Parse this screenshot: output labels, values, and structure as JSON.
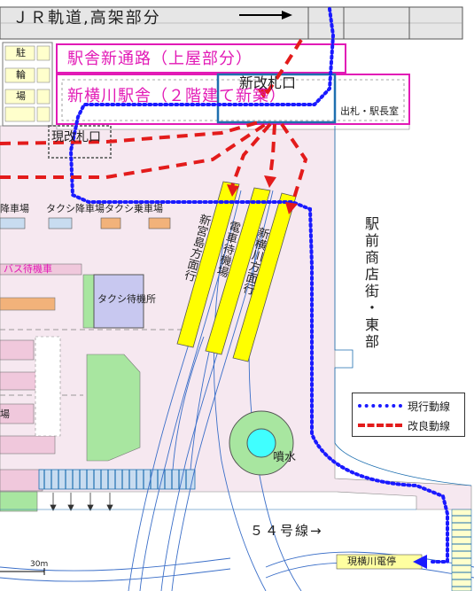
{
  "labels": {
    "rail": "ＪＲ軌道,高架部分",
    "bike_1": "駐",
    "bike_2": "輪",
    "bike_3": "場",
    "new_passage": "駅舎新通路（上屋部分）",
    "new_station": "新横川駅舎（２階建て新築）",
    "new_gate": "新改札口",
    "ticket_office": "出札・駅長室",
    "current_gate": "現改札口",
    "taxi_stop_1": "降車場",
    "taxi_stop_2": "タクシ降車場",
    "taxi_boarding": "タクシ乗車場",
    "bus_waiting": "バス待機車",
    "taxi_waiting": "タクシ待機所",
    "platform_1": "新宮島方面行",
    "platform_2": "電車待機場",
    "platform_3": "新横川方面行",
    "shopping_street": "駅前商店街・東部",
    "fountain": "噴水",
    "route54": "５４号線→",
    "tram_stop": "現横川電停",
    "scale": "30m",
    "left_lot": "場"
  },
  "legend": {
    "current": {
      "label": "現行動線",
      "color": "#1a1aff",
      "style": "dotted"
    },
    "improved": {
      "label": "改良動線",
      "color": "#e31b1b",
      "style": "dashed"
    }
  },
  "colors": {
    "magenta": "#e21ab6",
    "blue_frame": "#1e6fb0",
    "platform_yellow": "#ffff00",
    "plaza_pink": "#f6e8f0",
    "taxi_lavender": "#c8c8f0",
    "bus_pink": "#f0c8dc",
    "parking_orange": "#f2b27a",
    "green": "#a8e6a0",
    "fountain_cyan": "#40ffff",
    "track_blue": "#3a6ec8"
  }
}
